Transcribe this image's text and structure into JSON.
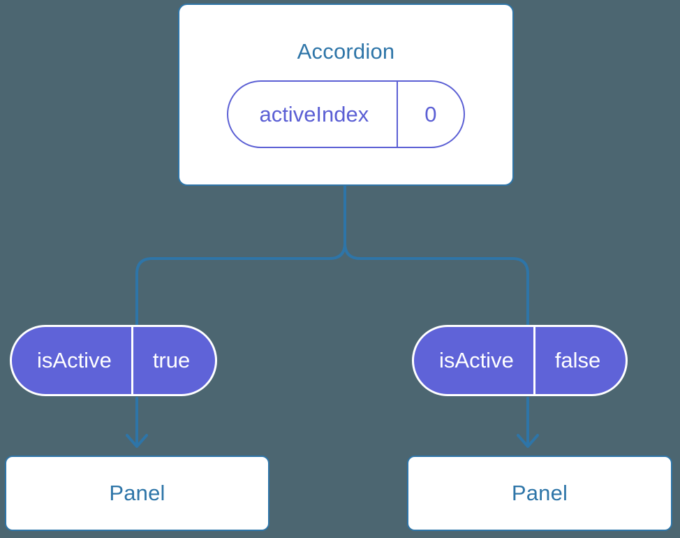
{
  "theme": {
    "background": "#4c6671",
    "card_fill": "#ffffff",
    "card_border": "#2e75a8",
    "title_color": "#2e75a8",
    "state_pill_color": "#5b5fd4",
    "prop_pill_fill": "#5f63d8",
    "prop_pill_text": "#ffffff",
    "connector_color": "#2e75a8"
  },
  "diagram": {
    "type": "component-tree",
    "root": {
      "title": "Accordion",
      "state": {
        "key": "activeIndex",
        "value": "0"
      }
    },
    "children": [
      {
        "prop": {
          "key": "isActive",
          "value": "true"
        },
        "panel": {
          "title": "Panel"
        }
      },
      {
        "prop": {
          "key": "isActive",
          "value": "false"
        },
        "panel": {
          "title": "Panel"
        }
      }
    ]
  }
}
